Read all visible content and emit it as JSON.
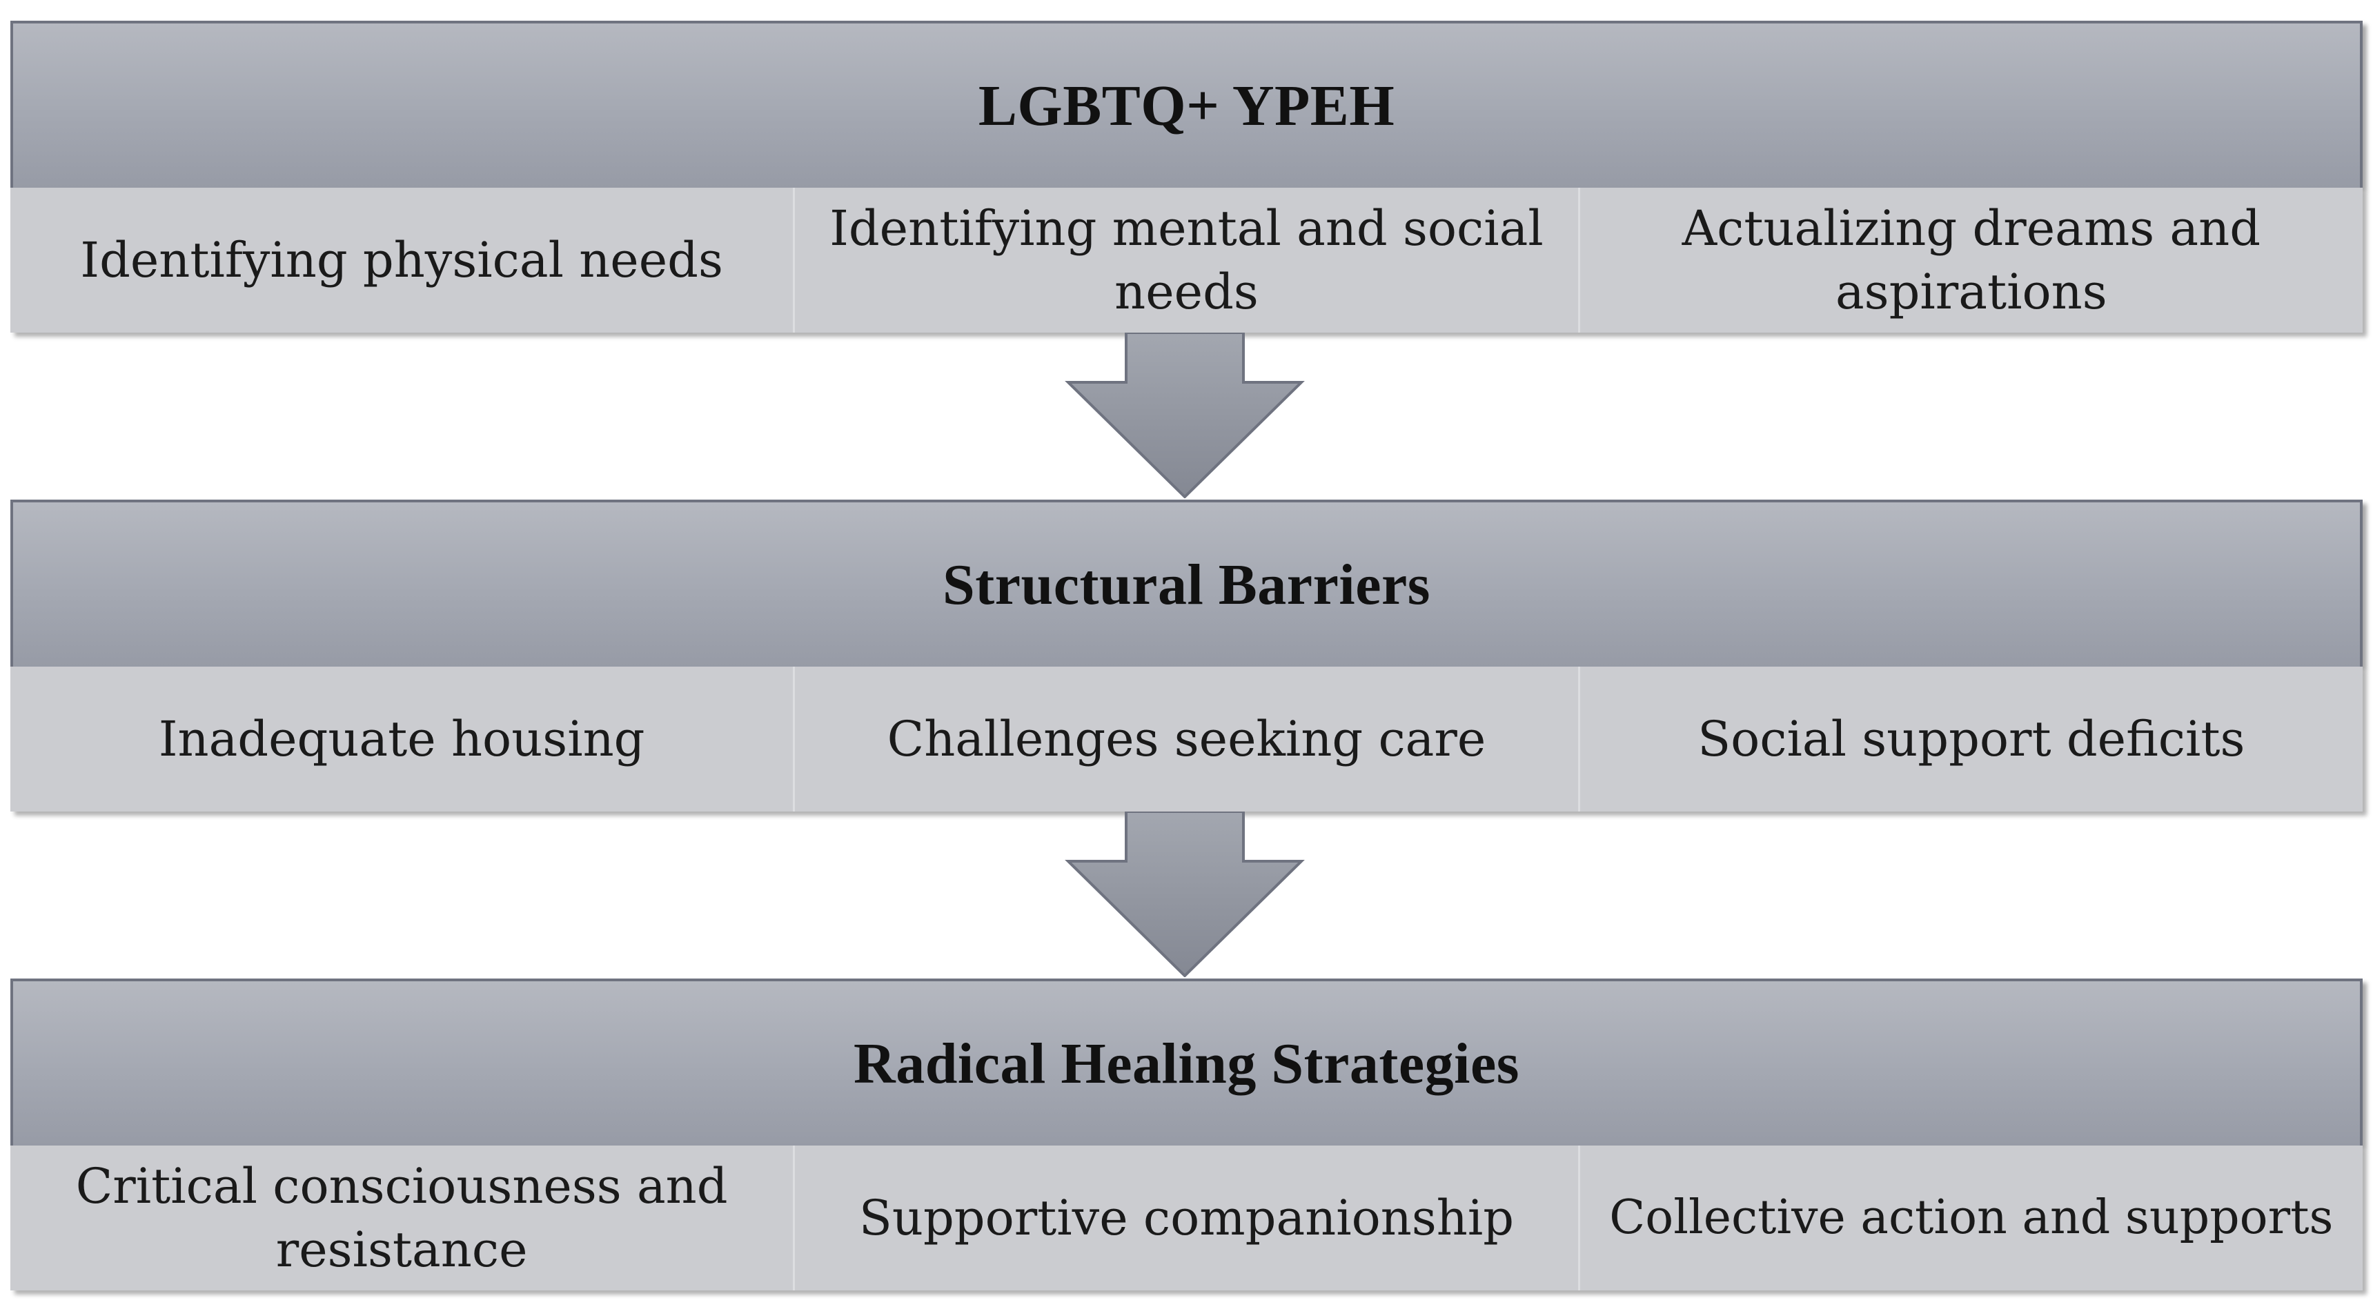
{
  "sections": [
    {
      "title": "LGBTQ+ YPEH",
      "items": [
        "Identifying physical needs",
        "Identifying mental and social needs",
        "Actualizing dreams and aspirations"
      ]
    },
    {
      "title": "Structural Barriers",
      "items": [
        "Inadequate housing",
        "Challenges seeking care",
        "Social support deficits"
      ]
    },
    {
      "title": "Radical Healing Strategies",
      "items": [
        "Critical consciousness and resistance",
        "Supportive companionship",
        "Collective action and supports"
      ]
    }
  ],
  "colors": {
    "header_fill": "#a4a8b2",
    "item_fill": "#cbccd0",
    "arrow_fill": "#8e929c",
    "border": "#6f7380"
  }
}
